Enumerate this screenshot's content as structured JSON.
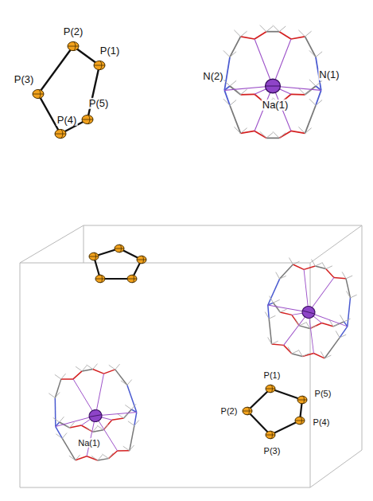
{
  "diagram": {
    "labels": [
      "P(2)",
      "P(1)",
      "P(3)",
      "P(5)",
      "P(4)",
      "N(2)",
      "N(1)",
      "Na(1)",
      "P(1)",
      "P(5)",
      "P(2)",
      "P(4)",
      "P(3)",
      "Na(1)"
    ]
  }
}
